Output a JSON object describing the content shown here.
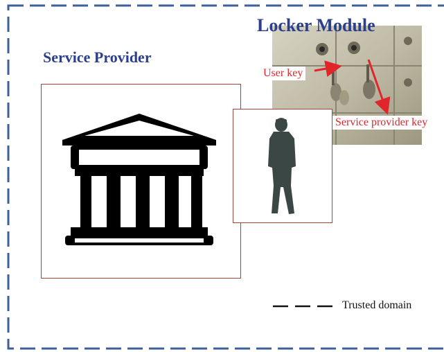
{
  "titles": {
    "locker": "Locker Module",
    "provider": "Service Provider"
  },
  "labels": {
    "user_key": "User key",
    "service_provider_key": "Service provider key"
  },
  "legend": {
    "trusted_domain": "Trusted domain"
  },
  "icons": {
    "provider": "bank-building-icon",
    "user": "person-silhouette-icon",
    "locker": "locker-keys-photo"
  },
  "colors": {
    "title_blue": "#2b3f8c",
    "frame_blue": "#3d5f9a",
    "arrow_red": "#e0262a",
    "box_border": "#a0443a"
  }
}
